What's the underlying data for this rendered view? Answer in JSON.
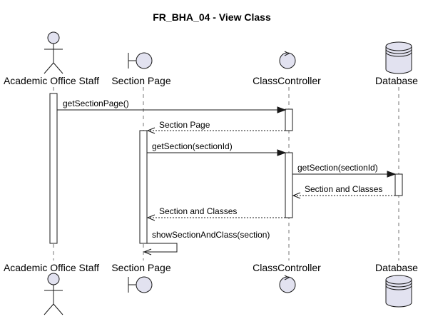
{
  "diagram": {
    "title": "FR_BHA_04 - View Class",
    "participants": [
      {
        "id": "staff",
        "kind": "actor",
        "name": "Academic Office Staff"
      },
      {
        "id": "page",
        "kind": "boundary",
        "name": "Section Page"
      },
      {
        "id": "controller",
        "kind": "control",
        "name": "ClassController"
      },
      {
        "id": "db",
        "kind": "database",
        "name": "Database"
      }
    ],
    "messages": [
      {
        "from": "staff",
        "to": "controller",
        "label": "getSectionPage()",
        "style": "solid"
      },
      {
        "from": "controller",
        "to": "page",
        "label": "Section Page",
        "style": "dashed"
      },
      {
        "from": "page",
        "to": "controller",
        "label": "getSection(sectionId)",
        "style": "solid"
      },
      {
        "from": "controller",
        "to": "db",
        "label": "getSection(sectionId)",
        "style": "solid"
      },
      {
        "from": "db",
        "to": "controller",
        "label": "Section and Classes",
        "style": "dashed"
      },
      {
        "from": "controller",
        "to": "page",
        "label": "Section and Classes",
        "style": "dashed"
      },
      {
        "from": "page",
        "to": "page",
        "label": "showSectionAndClass(section)",
        "style": "solid"
      }
    ],
    "colors": {
      "participant_fill": "#e2e2f0",
      "stroke": "#181818",
      "activation_fill": "#ffffff"
    }
  }
}
